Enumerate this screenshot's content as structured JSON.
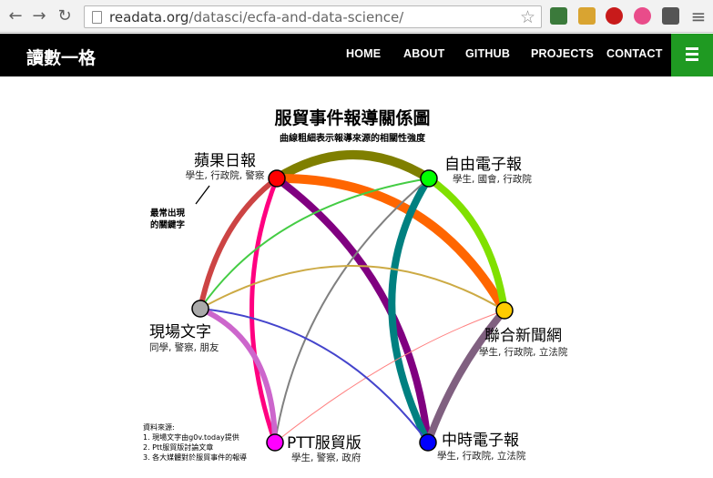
{
  "browser": {
    "url_host": "readata.org",
    "url_path": "/datasci/ecfa-and-data-science/",
    "icons": [
      "back-icon",
      "forward-icon",
      "reload-icon",
      "page-icon",
      "star-icon",
      "extensions"
    ]
  },
  "site": {
    "brand": "讀數一格",
    "nav": [
      "HOME",
      "ABOUT",
      "GITHUB",
      "PROJECTS",
      "CONTACT"
    ],
    "menu_color": "#1f9a22"
  },
  "chart_data": {
    "type": "diagram",
    "title": "服貿事件報導關係圖",
    "subtitle": "曲線粗細表示報導來源的相關性強度",
    "annotation": "最常出現\n的關鍵字",
    "source_title": "資料來源:",
    "sources": [
      "1. 現場文字由g0v.today提供",
      "2. Ptt服貿版討論文章",
      "3. 各大媒體對於服貿事件的報導"
    ],
    "nodes": [
      {
        "id": "apple",
        "name": "蘋果日報",
        "keywords": "學生, 行政院, 警察",
        "color": "#ff0000"
      },
      {
        "id": "liberty",
        "name": "自由電子報",
        "keywords": "學生, 國會, 行政院",
        "color": "#00ff00"
      },
      {
        "id": "udn",
        "name": "聯合新聞網",
        "keywords": "學生, 行政院, 立法院",
        "color": "#ffcc00"
      },
      {
        "id": "chinatimes",
        "name": "中時電子報",
        "keywords": "學生, 行政院, 立法院",
        "color": "#0000ff"
      },
      {
        "id": "ptt",
        "name": "PTT服貿版",
        "keywords": "學生, 警察, 政府",
        "color": "#ff00ff"
      },
      {
        "id": "live",
        "name": "現場文字",
        "keywords": "同學, 警察, 朋友",
        "color": "#aaaaaa"
      }
    ],
    "links": [
      {
        "source": "apple",
        "target": "liberty",
        "strength": 10,
        "color": "#7f7f00"
      },
      {
        "source": "apple",
        "target": "udn",
        "strength": 10,
        "color": "#ff6600"
      },
      {
        "source": "apple",
        "target": "chinatimes",
        "strength": 8,
        "color": "#800080"
      },
      {
        "source": "apple",
        "target": "ptt",
        "strength": 5,
        "color": "#ff0080"
      },
      {
        "source": "apple",
        "target": "live",
        "strength": 6,
        "color": "#cc4444"
      },
      {
        "source": "liberty",
        "target": "udn",
        "strength": 8,
        "color": "#80e000"
      },
      {
        "source": "liberty",
        "target": "chinatimes",
        "strength": 8,
        "color": "#008080"
      },
      {
        "source": "liberty",
        "target": "ptt",
        "strength": 2,
        "color": "#808080"
      },
      {
        "source": "liberty",
        "target": "live",
        "strength": 2,
        "color": "#44cc44"
      },
      {
        "source": "udn",
        "target": "chinatimes",
        "strength": 8,
        "color": "#806080"
      },
      {
        "source": "udn",
        "target": "live",
        "strength": 2,
        "color": "#ccaa44"
      },
      {
        "source": "udn",
        "target": "ptt",
        "strength": 1,
        "color": "#ff8080"
      },
      {
        "source": "chinatimes",
        "target": "live",
        "strength": 2,
        "color": "#4444cc"
      },
      {
        "source": "ptt",
        "target": "live",
        "strength": 6,
        "color": "#cc66cc"
      }
    ]
  }
}
